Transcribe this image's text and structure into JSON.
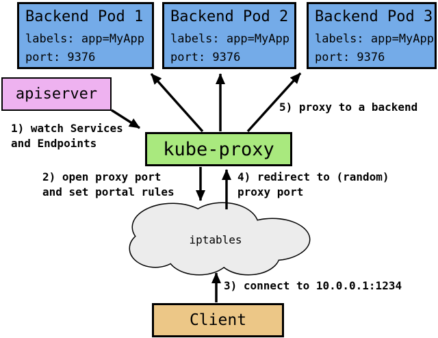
{
  "diagram_title": "kube-proxy userspace service proxy diagram",
  "colors": {
    "pod_fill": "#74abe8",
    "apiserver_fill": "#eeb2f0",
    "kube_proxy_fill": "#a9e97e",
    "cloud_fill": "#ececec",
    "client_fill": "#ecc787",
    "line_and_text": "#000000",
    "background": "#ffffff"
  },
  "pods": [
    {
      "title": "Backend Pod 1",
      "line1": "labels: app=MyApp",
      "line2": "port: 9376"
    },
    {
      "title": "Backend Pod 2",
      "line1": "labels: app=MyApp",
      "line2": "port: 9376"
    },
    {
      "title": "Backend Pod 3",
      "line1": "labels: app=MyApp",
      "line2": "port: 9376"
    }
  ],
  "nodes": {
    "apiserver": "apiserver",
    "kube_proxy": "kube-proxy",
    "iptables": "iptables",
    "client": "Client"
  },
  "annotations": {
    "step1": "1) watch Services\nand Endpoints",
    "step2": "2) open proxy port\nand set portal rules",
    "step3": "3) connect to 10.0.0.1:1234",
    "step4": "4) redirect to (random)\nproxy port",
    "step5": "5) proxy to a backend"
  }
}
